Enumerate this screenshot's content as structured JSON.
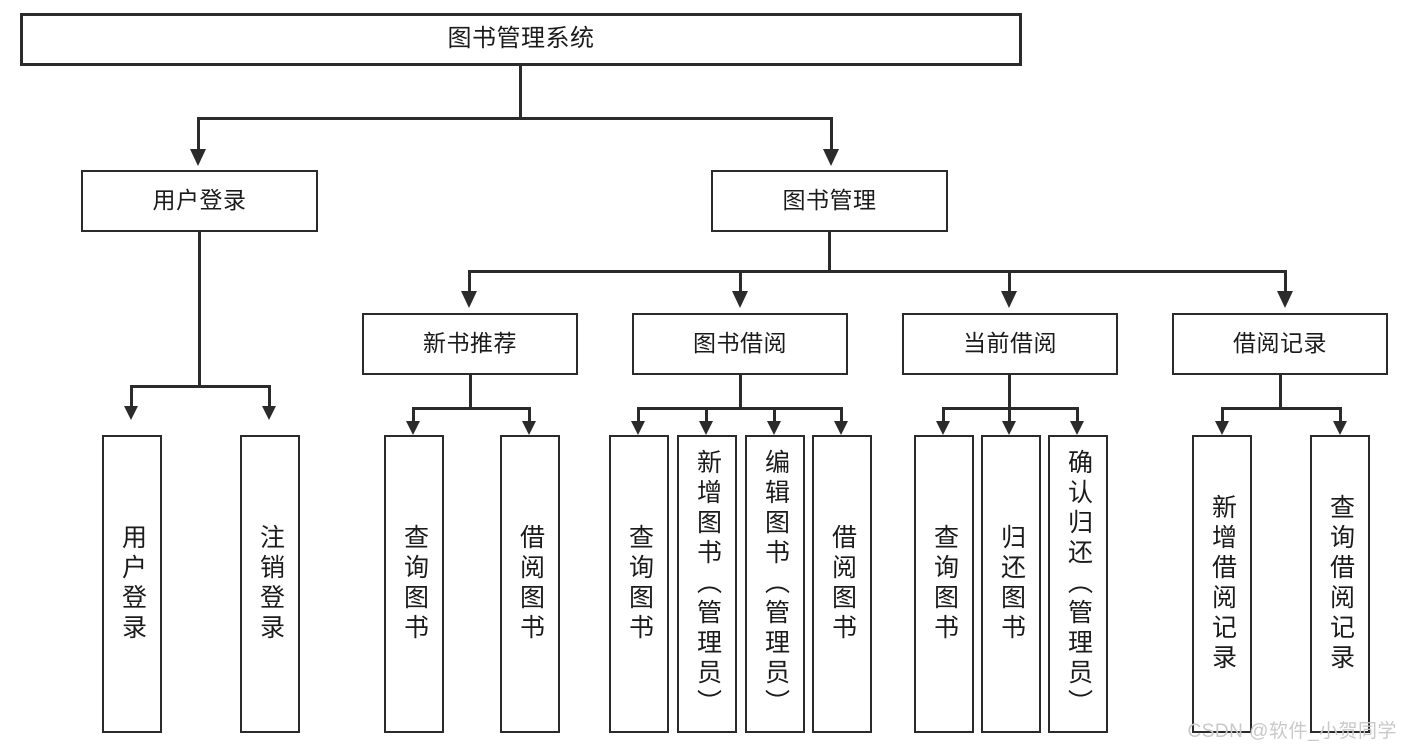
{
  "diagram": {
    "title": "图书管理系统",
    "type": "hierarchy-tree",
    "watermark": "CSDN @软件_小贺同学",
    "colors": {
      "box_border": "#2b2b2b",
      "box_fill": "#ffffff",
      "connector": "#2b2b2b",
      "text": "#1a1a1a",
      "watermark": "#c9c9c9"
    },
    "root": {
      "label": "图书管理系统"
    },
    "level2": [
      {
        "label": "用户登录"
      },
      {
        "label": "图书管理"
      }
    ],
    "level3": [
      {
        "label": "新书推荐"
      },
      {
        "label": "图书借阅"
      },
      {
        "label": "当前借阅"
      },
      {
        "label": "借阅记录"
      }
    ],
    "leaves": {
      "user_login": [
        {
          "label": "用户登录"
        },
        {
          "label": "注销登录"
        }
      ],
      "new_book_recommend": [
        {
          "label": "查询图书"
        },
        {
          "label": "借阅图书"
        }
      ],
      "book_borrow": [
        {
          "label": "查询图书"
        },
        {
          "label": "新增图书（管理员）"
        },
        {
          "label": "编辑图书（管理员）"
        },
        {
          "label": "借阅图书"
        }
      ],
      "current_borrow": [
        {
          "label": "查询图书"
        },
        {
          "label": "归还图书"
        },
        {
          "label": "确认归还（管理员）"
        }
      ],
      "borrow_record": [
        {
          "label": "新增借阅记录"
        },
        {
          "label": "查询借阅记录"
        }
      ]
    }
  }
}
